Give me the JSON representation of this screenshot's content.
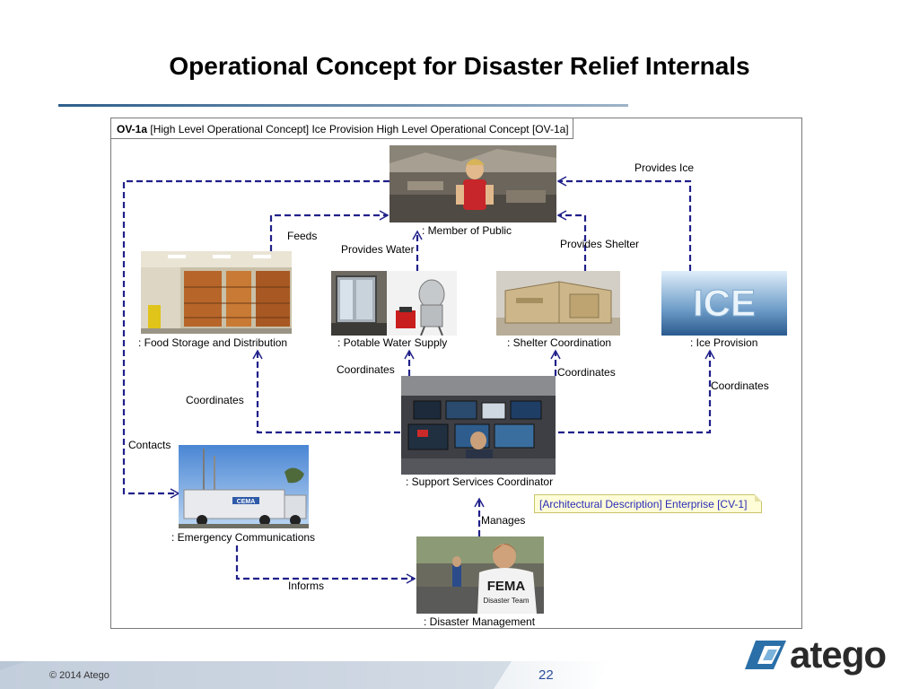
{
  "slide": {
    "title": "Operational Concept for Disaster Relief Internals",
    "copyright": "© 2014 Atego",
    "page_number": "22",
    "logo_text": "atego"
  },
  "diagram": {
    "header_bold": "OV-1a",
    "header_text": " [High Level Operational Concept] Ice Provision High Level Operational Concept [OV-1a]",
    "note": "[Architectural Description] Enterprise [CV-1]",
    "nodes": {
      "member_of_public": ": Member of Public",
      "food_storage": ": Food Storage and Distribution",
      "potable_water": ": Potable Water Supply",
      "shelter": ": Shelter Coordination",
      "ice": ": Ice Provision",
      "support": ": Support Services Coordinator",
      "emergency_comms": ": Emergency Communications",
      "disaster_mgmt": ": Disaster Management"
    },
    "links": {
      "provides_ice": "Provides Ice",
      "feeds": "Feeds",
      "provides_water": "Provides Water",
      "provides_shelter": "Provides Shelter",
      "coordinates_water": "Coordinates",
      "coordinates_shelter": "Coordinates",
      "coordinates_ice": "Coordinates",
      "coordinates_food": "Coordinates",
      "contacts": "Contacts",
      "manages": "Manages",
      "informs": "Informs"
    },
    "image_texts": {
      "ice_word": "ICE",
      "fema_shirt": "FEMA",
      "fema_sub": "Disaster Team",
      "truck_label": "CEMA"
    },
    "colors": {
      "link": "#20208a",
      "frame": "#7a7a7a",
      "note_bg": "#fefdd8",
      "note_text": "#2b2bb8",
      "page_number": "#2d4f9a"
    }
  }
}
